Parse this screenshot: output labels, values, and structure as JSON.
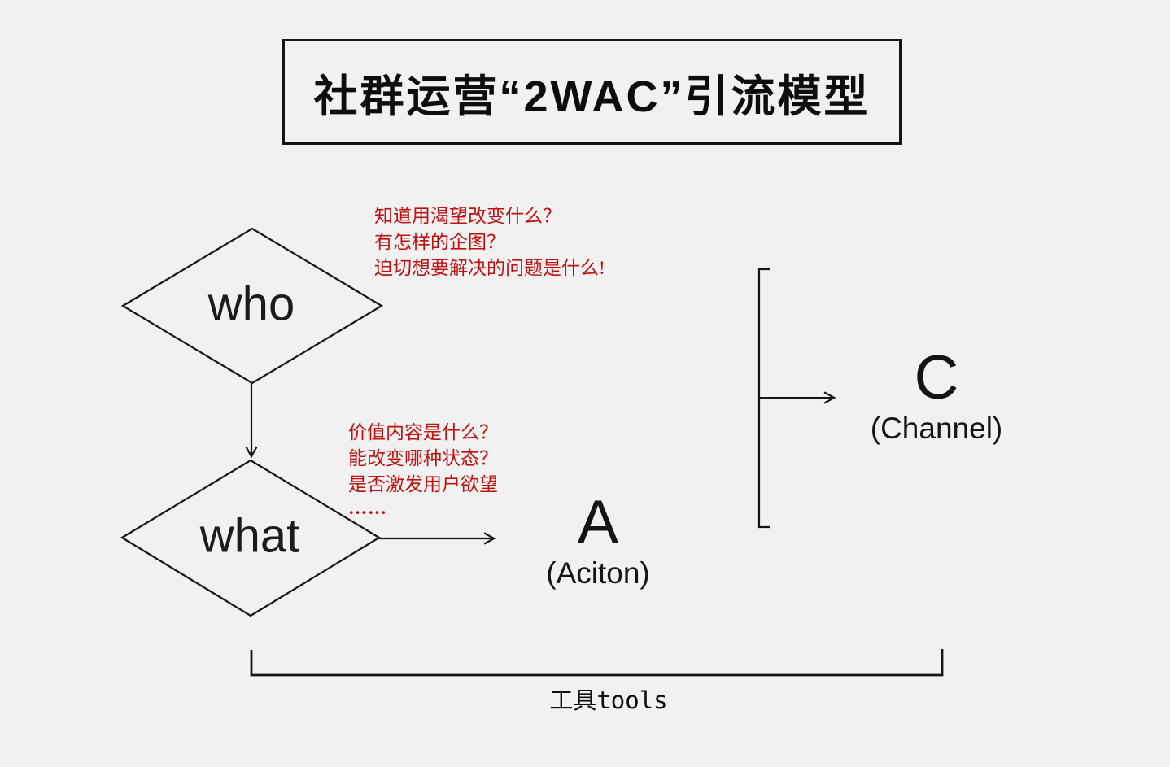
{
  "title": "社群运营“2WAC”引流模型",
  "colors": {
    "background": "#f1f1f1",
    "line": "#141414",
    "note_red": "#bf1210"
  },
  "nodes": {
    "who": {
      "label": "who",
      "notes": [
        "知道用渴望改变什么？",
        "有怎样的企图？",
        "迫切想要解决的问题是什么!"
      ]
    },
    "what": {
      "label": "what",
      "notes": [
        "价值内容是什么？",
        "能改变哪种状态？",
        "是否激发用户欲望",
        "……"
      ]
    },
    "action": {
      "letter": "A",
      "sub": "(Aciton)"
    },
    "channel": {
      "letter": "C",
      "sub": "(Channel)"
    }
  },
  "tools_label": "工具tools"
}
